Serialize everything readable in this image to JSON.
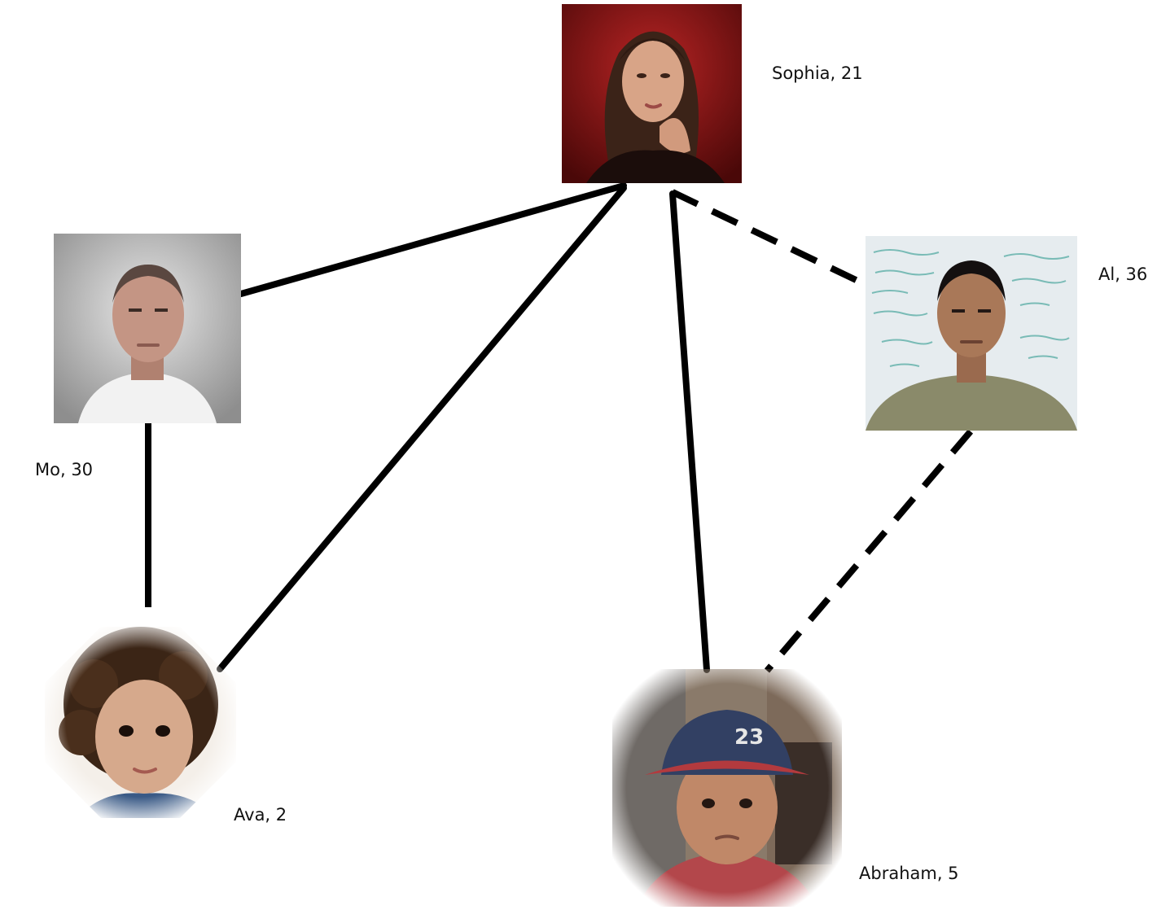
{
  "people": {
    "sophia": {
      "label": "Sophia, 21",
      "photo_icon": "woman-portrait-photo"
    },
    "mo": {
      "label": "Mo, 30",
      "photo_icon": "man-portrait-photo"
    },
    "al": {
      "label": "Al, 36",
      "photo_icon": "man-whiteboard-portrait-photo"
    },
    "ava": {
      "label": "Ava, 2",
      "photo_icon": "toddler-portrait-photo"
    },
    "abraham": {
      "label": "Abraham, 5",
      "photo_icon": "child-cap-portrait-photo"
    }
  },
  "links": [
    {
      "from": "Sophia, 21",
      "to": "Mo, 30",
      "style": "solid"
    },
    {
      "from": "Sophia, 21",
      "to": "Ava, 2",
      "style": "solid"
    },
    {
      "from": "Sophia, 21",
      "to": "Abraham, 5",
      "style": "solid"
    },
    {
      "from": "Sophia, 21",
      "to": "Al, 36",
      "style": "dashed"
    },
    {
      "from": "Mo, 30",
      "to": "Ava, 2",
      "style": "solid"
    },
    {
      "from": "Al, 36",
      "to": "Abraham, 5",
      "style": "dashed"
    }
  ],
  "colors": {
    "line": "#000000",
    "sophia_bg": "#7a1414",
    "al_bg": "#e6ecef"
  }
}
